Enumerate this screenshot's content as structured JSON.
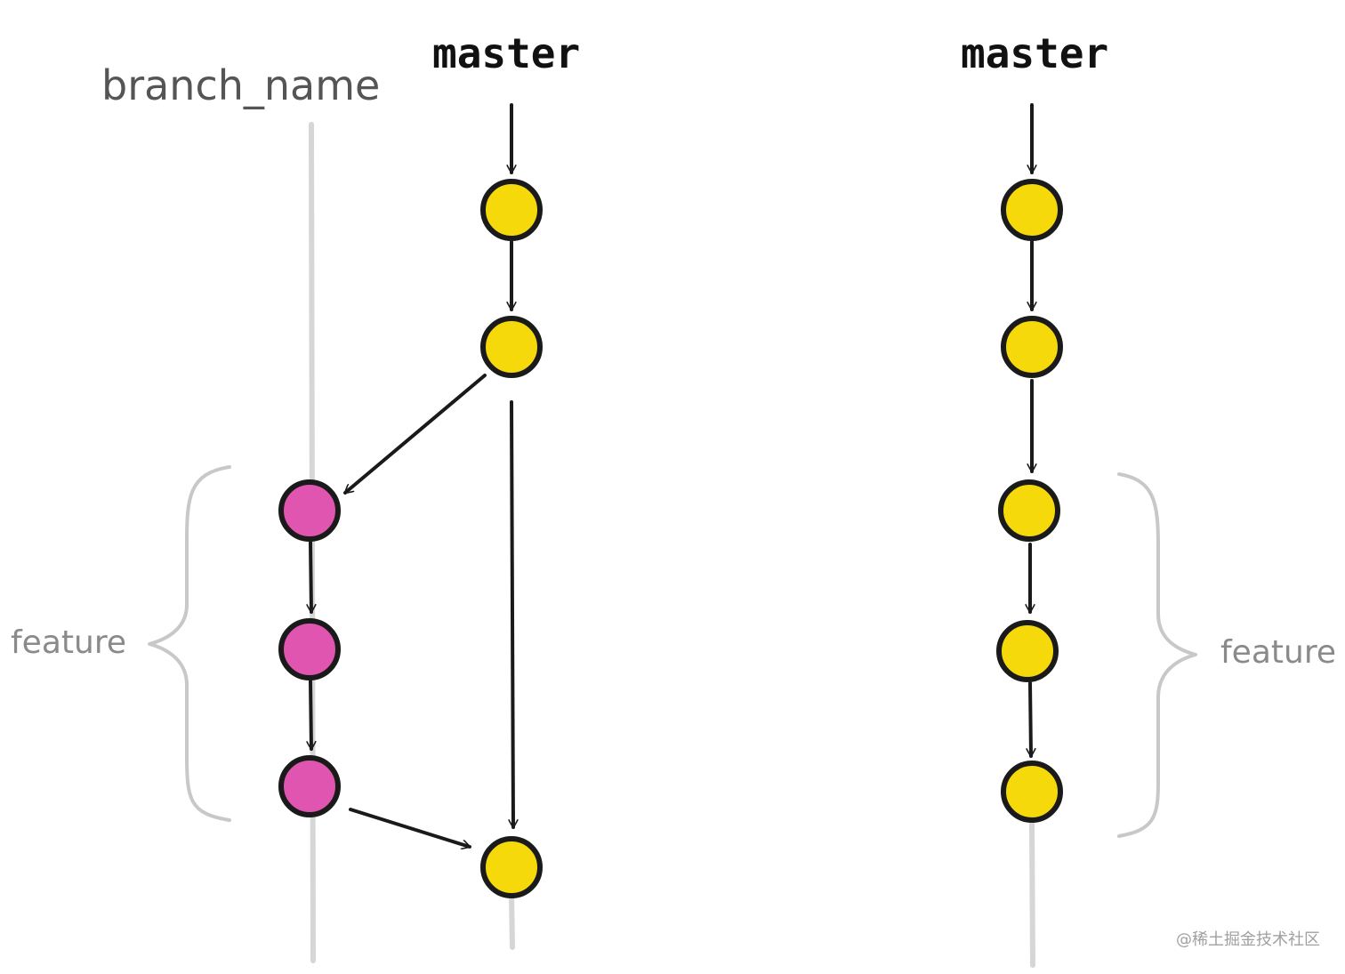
{
  "labels": {
    "branch_name": "branch_name",
    "master_left": "master",
    "master_right": "master",
    "feature_left": "feature",
    "feature_right": "feature",
    "watermark": "@稀土掘金技术社区"
  },
  "colors": {
    "master_commit": "#f5d90a",
    "feature_commit": "#e055b0",
    "commit_outline": "#1a1a1a",
    "branch_line": "#d6d6d6"
  }
}
